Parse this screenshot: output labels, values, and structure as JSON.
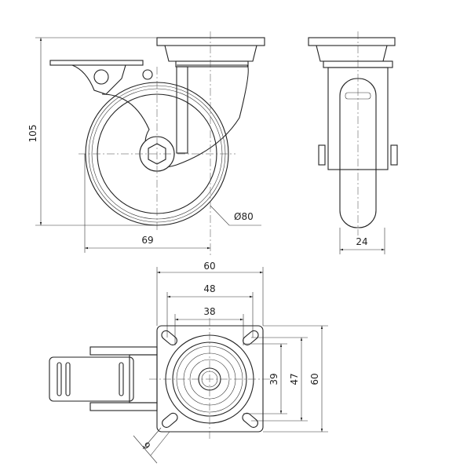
{
  "drawing": {
    "side_view": {
      "height": "105",
      "offset": "69",
      "diameter": "Ø80"
    },
    "front_view": {
      "width": "24"
    },
    "top_view": {
      "plate_width": "60",
      "hole_spacing_outer": "48",
      "hole_spacing_inner": "38",
      "hole_vertical_inner": "39",
      "hole_vertical_outer": "47",
      "plate_height": "60",
      "slot_width": "6"
    }
  },
  "colors": {
    "line": "#222222",
    "background": "#ffffff"
  }
}
